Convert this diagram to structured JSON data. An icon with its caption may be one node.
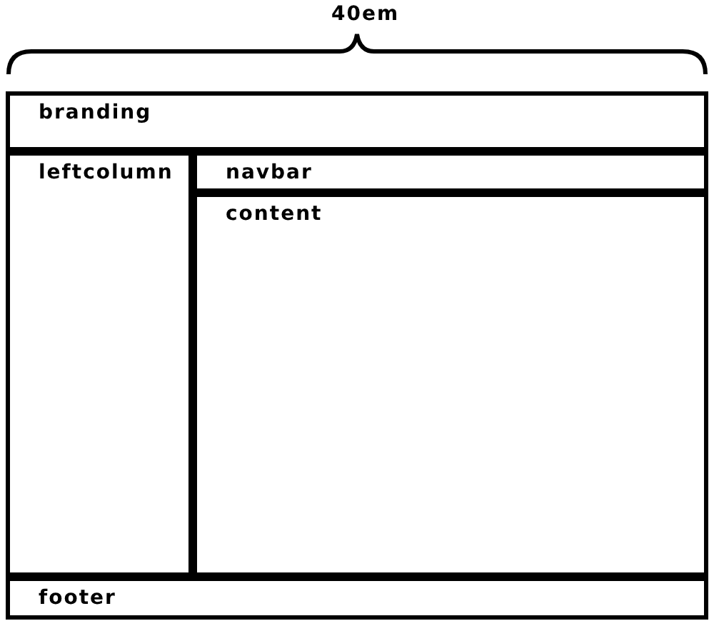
{
  "diagram": {
    "nodes": [
      {
        "text": [
          "branding"
        ]
      },
      {
        "text": [
          "leftcolumn"
        ]
      },
      {
        "text": [
          "navbar"
        ]
      },
      {
        "text": [
          "content"
        ]
      },
      {
        "text": [
          "footer"
        ]
      }
    ],
    "labels": [
      "40em"
    ]
  }
}
